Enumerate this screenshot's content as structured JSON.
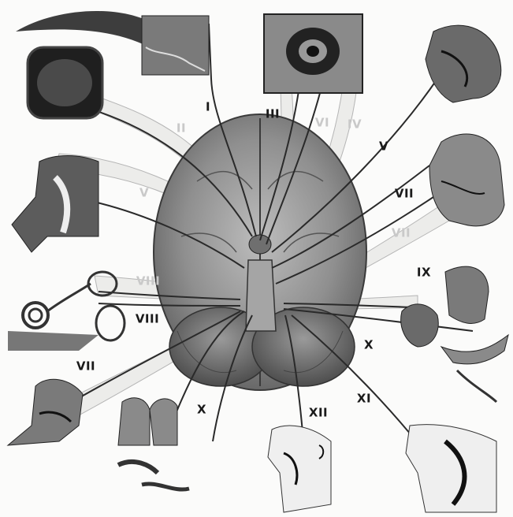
{
  "nerve_labels": [
    {
      "id": "I",
      "text": "I",
      "tone": "dark"
    },
    {
      "id": "II",
      "text": "II",
      "tone": "light"
    },
    {
      "id": "III",
      "text": "III",
      "tone": "dark"
    },
    {
      "id": "VI",
      "text": "VI",
      "tone": "light"
    },
    {
      "id": "IV",
      "text": "IV",
      "tone": "light"
    },
    {
      "id": "V-right",
      "text": "V",
      "tone": "dark"
    },
    {
      "id": "V-left",
      "text": "V",
      "tone": "light"
    },
    {
      "id": "VII-right-dark",
      "text": "VII",
      "tone": "dark"
    },
    {
      "id": "VII-right-light",
      "text": "VII",
      "tone": "light"
    },
    {
      "id": "VIII-light",
      "text": "VIII",
      "tone": "light"
    },
    {
      "id": "VIII-dark",
      "text": "VIII",
      "tone": "dark"
    },
    {
      "id": "IX",
      "text": "IX",
      "tone": "dark"
    },
    {
      "id": "VII-left",
      "text": "VII",
      "tone": "dark"
    },
    {
      "id": "X-right",
      "text": "X",
      "tone": "dark"
    },
    {
      "id": "X-left",
      "text": "X",
      "tone": "dark"
    },
    {
      "id": "XI",
      "text": "XI",
      "tone": "dark"
    },
    {
      "id": "XII",
      "text": "XII",
      "tone": "dark"
    }
  ],
  "colors": {
    "ink": "#1a1a1a",
    "light_label": "#c9c9c9",
    "brain_fill": "#8c8c8c",
    "nerve_band": "#e9e9e7"
  }
}
